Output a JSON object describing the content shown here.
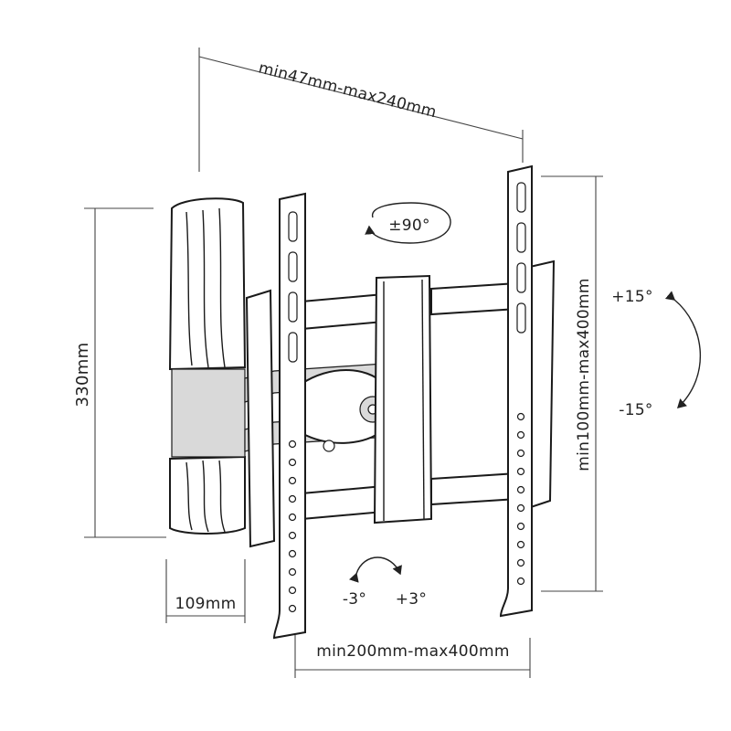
{
  "dimensions": {
    "depth_range": "min47mm-max240mm",
    "height": "330mm",
    "vesa_vertical": "min100mm-max400mm",
    "vesa_horizontal": "min200mm-max400mm",
    "wall_plate_width": "109mm"
  },
  "rotation": {
    "swivel": "±90°"
  },
  "tilt": {
    "up": "+15°",
    "down": "-15°"
  },
  "level_adjust": {
    "minus": "-3°",
    "plus": "+3°"
  }
}
